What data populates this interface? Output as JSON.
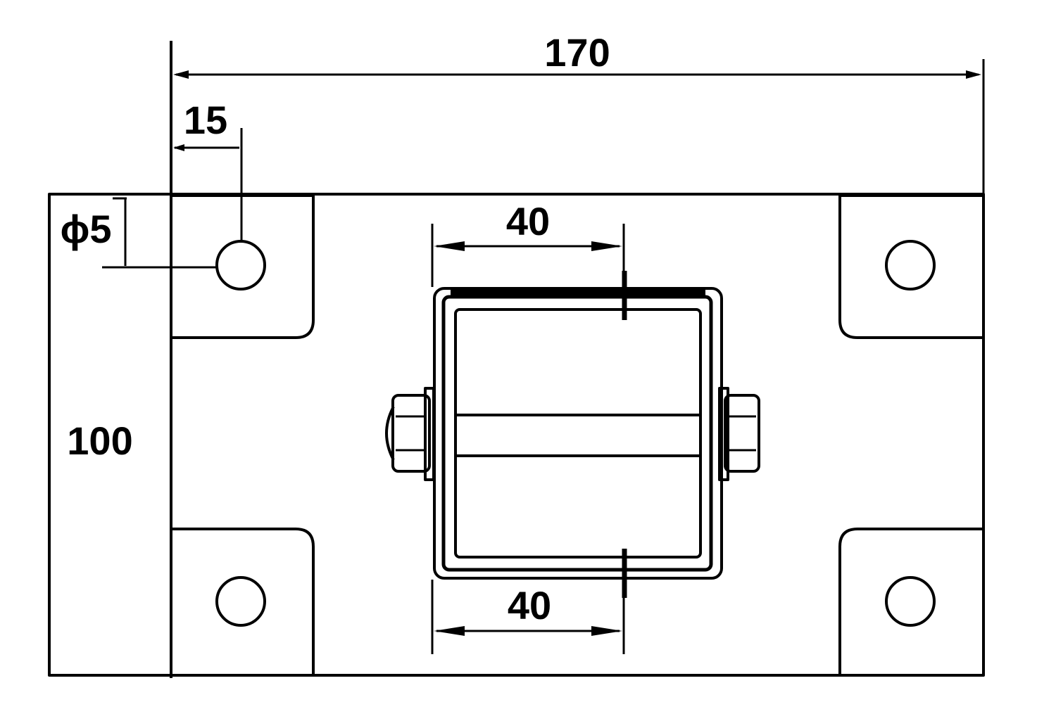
{
  "drawing": {
    "dimensions": {
      "overall_width": "170",
      "hole_offset": "15",
      "hole_diameter": "ϕ5",
      "overall_height": "100",
      "top_inner_width": "40",
      "bottom_inner_width": "40"
    },
    "colors": {
      "line": "#000000",
      "background": "#ffffff"
    }
  }
}
